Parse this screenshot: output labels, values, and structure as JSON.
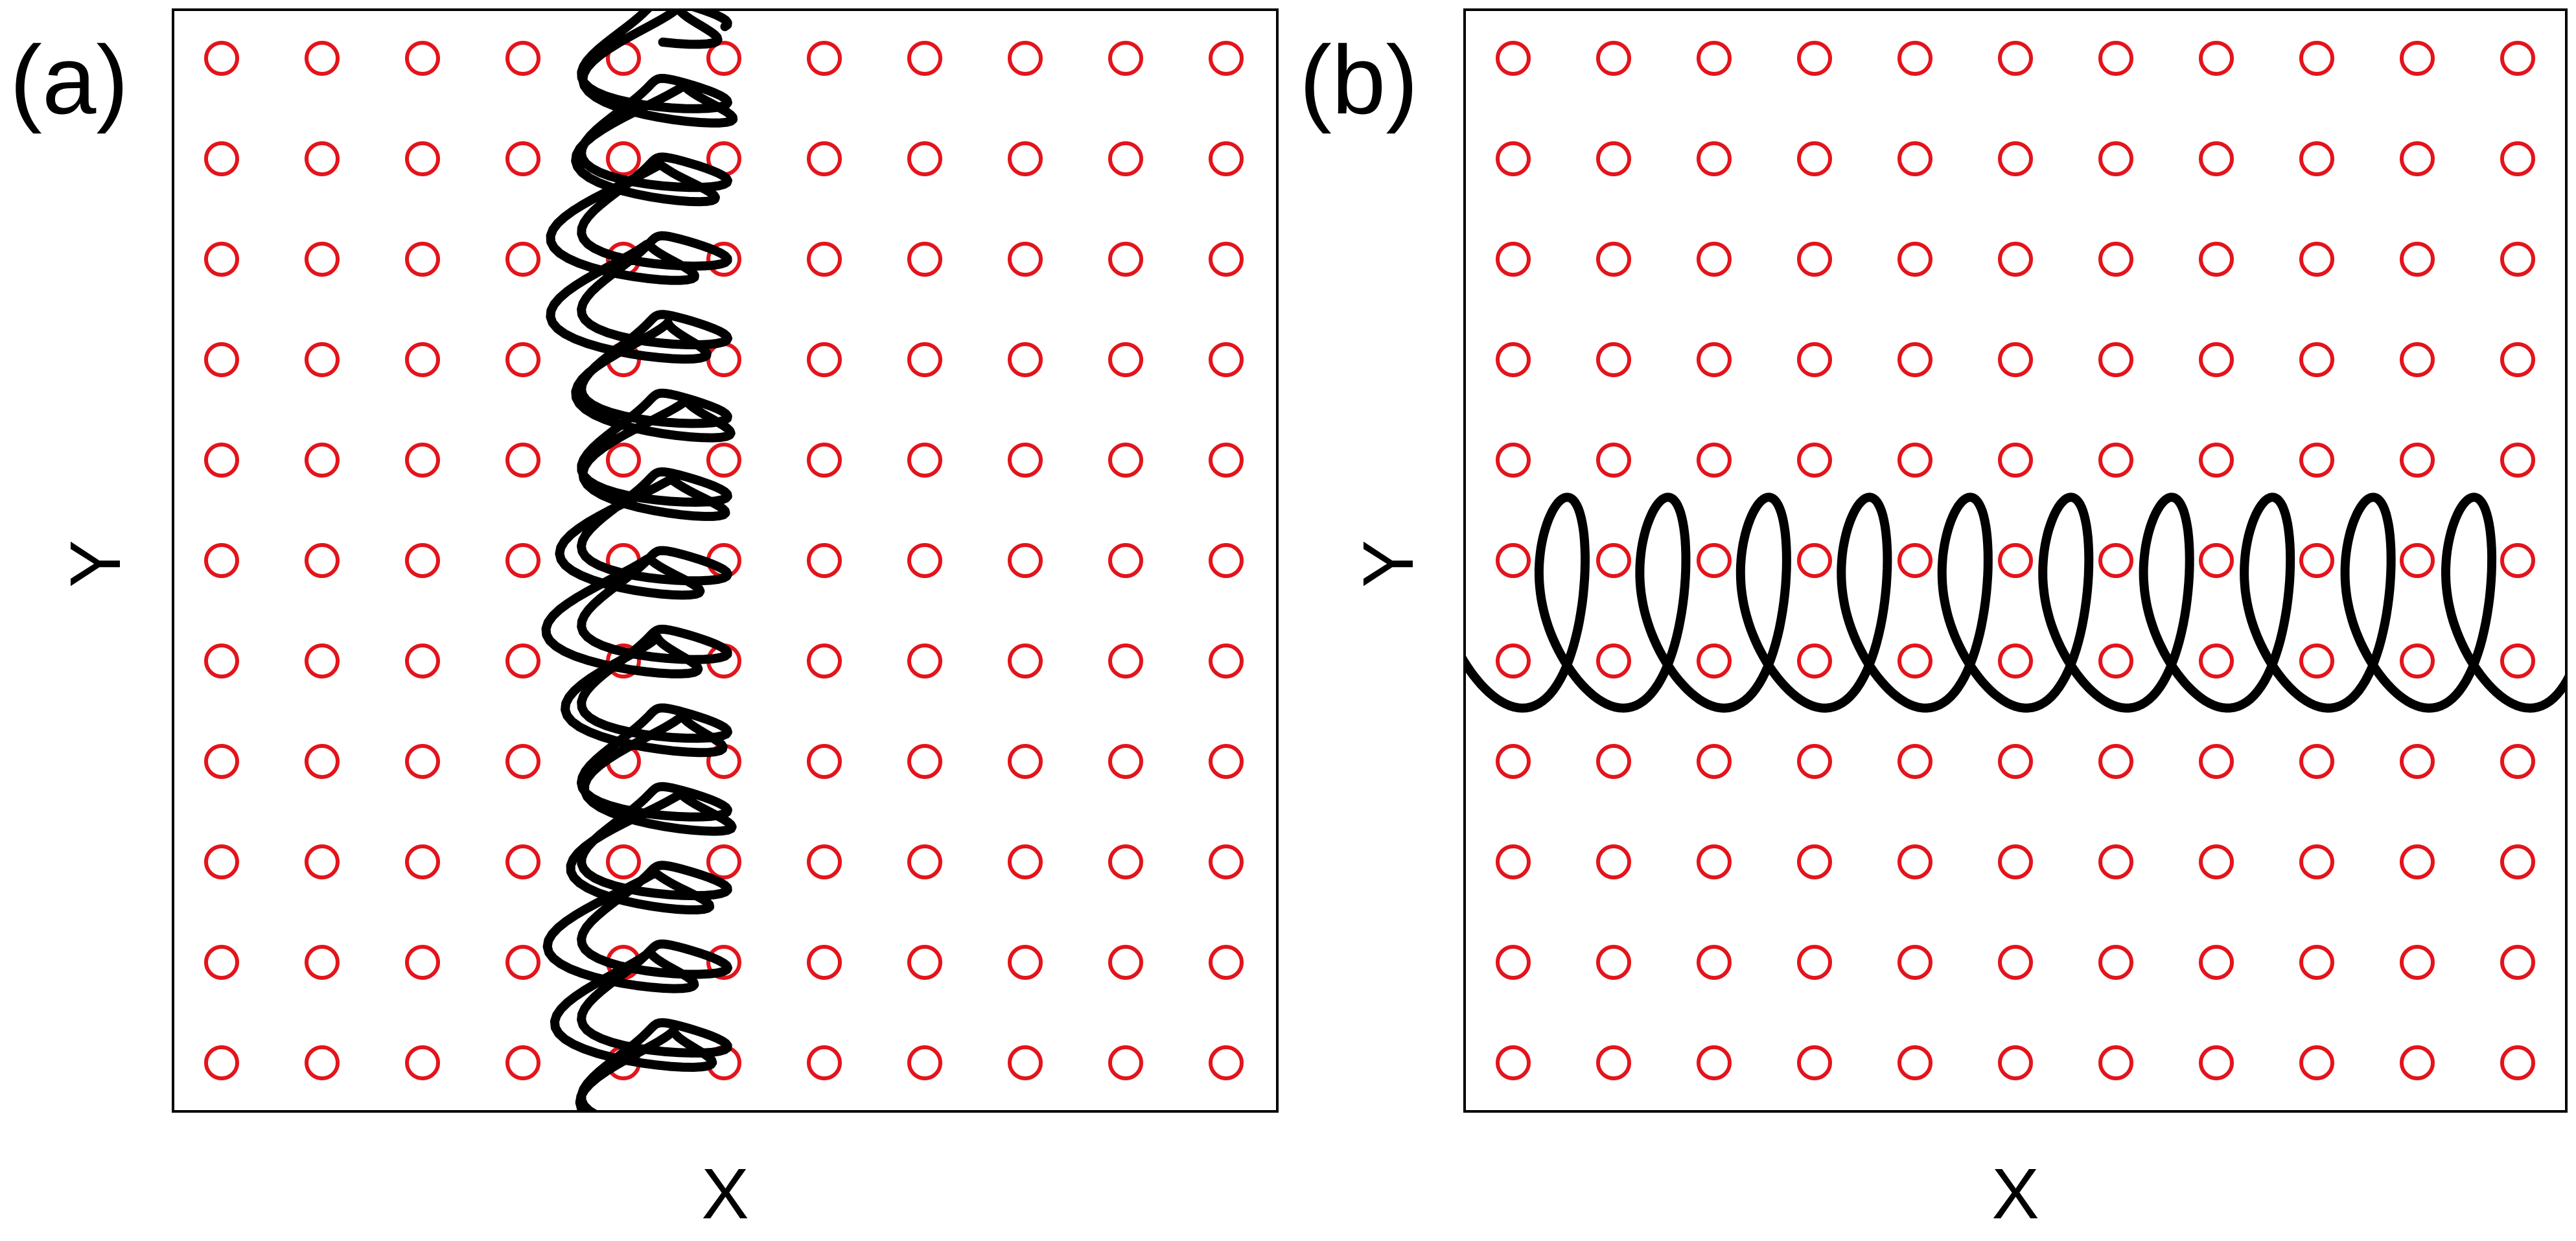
{
  "panels": [
    {
      "label": "(a)",
      "xlabel": "X",
      "ylabel": "Y",
      "trajectory_direction": "vertical"
    },
    {
      "label": "(b)",
      "xlabel": "X",
      "ylabel": "Y",
      "trajectory_direction": "horizontal"
    }
  ],
  "obstacle_grid": {
    "columns": 11,
    "rows": 11
  },
  "colors": {
    "obstacle": "#e3141b",
    "trajectory": "#000000",
    "frame": "#000000"
  }
}
